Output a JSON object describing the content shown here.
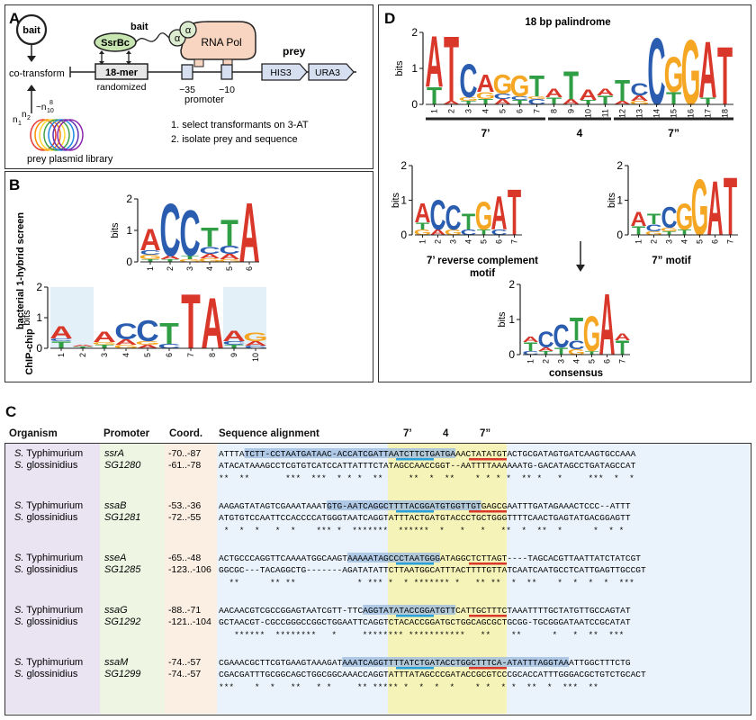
{
  "panels": {
    "A": "A",
    "B": "B",
    "C": "C",
    "D": "D"
  },
  "panelA": {
    "bait_circle": "bait",
    "bait_label": "bait",
    "ssrbc": "SsrBc",
    "alpha1": "α",
    "alpha2": "α",
    "rnapol": "RNA Pol",
    "prey_label": "prey",
    "cotransform": "co-transform",
    "mer": "18-mer",
    "randomized": "randomized",
    "m35": "−35",
    "m10": "−10",
    "promoter": "promoter",
    "his3": "HIS3",
    "ura3": "URA3",
    "n1": "n",
    "n1sub": "1",
    "n2": "n",
    "n2sub": "2",
    "tilde": "~n",
    "tildesub": "10",
    "tildesup": "8",
    "library": "prey plasmid library",
    "step1": "1. select transformants on 3-AT",
    "step2": "2. isolate prey and sequence"
  },
  "panelB": {
    "row1": "bacterial 1-hybrid screen",
    "row2": "ChIP-chip",
    "bits": "bits",
    "logo1_yticks": [
      "0",
      "1",
      "2"
    ],
    "logo1_positions": [
      "1",
      "2",
      "3",
      "4",
      "5",
      "6"
    ],
    "logo2_yticks": [
      "0",
      "1",
      "2"
    ],
    "logo2_positions": [
      "1",
      "2",
      "3",
      "4",
      "5",
      "6",
      "7",
      "8",
      "9",
      "10"
    ]
  },
  "panelD": {
    "title": "18 bp palindrome",
    "bits": "bits",
    "big_yticks": [
      "0",
      "1",
      "2"
    ],
    "big_positions": [
      "1",
      "2",
      "3",
      "4",
      "5",
      "6",
      "7",
      "8",
      "9",
      "10",
      "11",
      "12",
      "13",
      "14",
      "15",
      "16",
      "17",
      "18"
    ],
    "seg1": "7’",
    "seg2": "4",
    "seg3": "7”",
    "rc_label_1": "7’ reverse complement",
    "rc_label_2": "motif",
    "m7_label": "7” motif",
    "consensus": "consensus",
    "small_positions": [
      "1",
      "2",
      "3",
      "4",
      "5",
      "6",
      "7"
    ],
    "small_yticks": [
      "0",
      "1",
      "2"
    ]
  },
  "panelC": {
    "hdr_org": "Organism",
    "hdr_prom": "Promoter",
    "hdr_coord": "Coord.",
    "hdr_seq": "Sequence alignment",
    "hdr_7a": "7’",
    "hdr_4": "4",
    "hdr_7b": "7”",
    "rows": [
      {
        "org1": "S. Typhimurium",
        "org2": "S. glossinidius",
        "p1": "ssrA",
        "p2": "SG1280",
        "c1": "-70..-87",
        "c2": "-61..-78",
        "s1": "ATTTATCTT-CCTAATGATAAC-ACCATCGATTAATCTTCTGATGAAACTATATGTACTGCGATAGTGATCAAGTGCCAAA",
        "s2": "ATACATAAAGCCTCGTGTCATCCATTATTTCTATAGCCAACCGGT--AATTTTAAAAAATG-GACATAGCCTGATAGCCAT",
        "st": "**  **       ***  ***  * * *  **     **  *  **    * * * *  ** *   *     ***  *  *"
      },
      {
        "org1": "S. Typhimurium",
        "org2": "S. glossinidius",
        "p1": "ssaB",
        "p2": "SG1281",
        "c1": "-53..-36",
        "c2": "-72..-55",
        "s1": "AAGAGTATAGTCGAAATAAATGTG-AATCAGGCTTTTACGGATGTGGTTGTGAGCGAATTTGATAGAAACTCCC--ATTT",
        "s2": "ATGTGTCCAATTCCACCCCATGGGTAATCAGGTATTTACTGATGTACCCTGCTGGGTTTTCAACTGAGTATGACGGAGTT",
        "st": " *  *  *   *  *    *** *  *******  ******  *   *   *   **  *  **  *      *  * *"
      },
      {
        "org1": "S. Typhimurium",
        "org2": "S. glossinidius",
        "p1": "sseA",
        "p2": "SG1285",
        "c1": "-65..-48",
        "c2": "-123..-106",
        "s1": "ACTGCCCAGGTTCAAAATGGCAAGTAAAAATAGCCCTAATGGGATAGGCTCTTAGT----TAGCACGTTAATTATCTATCGT",
        "s2": "GGCGC---TACAGGCTG-------AGATATATTCTTAATGGCATTTACTTTTGTTATCAATCAATGCCTCATTGAGTTGCCGT",
        "st": "  **      ** **            * *** *  * ******* *   ** **  *  **    *  *  *  *  ***"
      },
      {
        "org1": "S. Typhimurium",
        "org2": "S. glossinidius",
        "p1": "ssaG",
        "p2": "SG1292",
        "c1": "-88..-71",
        "c2": "-121..-104",
        "s1": "AACAACGTCGCCGGAGTAATCGTT-TTCAGGTATATACCGGATGTTCATTGCTTTCTAAATTTTGCTATGTTGCCAGTAT",
        "s2": "GCTAACGT-CGCCGGGCCGGCTGGAATTCAGGTCTACACCGGATGCTGGCAGCGCTGCGG-TGCGGGATAATCCGCATAT",
        "st": "   ******  ********   *     ******** ***********   **    **      *   *  **  ***"
      },
      {
        "org1": "S. Typhimurium",
        "org2": "S. glossinidius",
        "p1": "ssaM",
        "p2": "SG1299",
        "c1": "-74..-57",
        "c2": "-74..-57",
        "s1": "CGAAACGCTTCGTGAAGTAAAGATAAATCAGGTTTTATCTGATACCTGGCTTTCA-ATATTTAGGTAAATTGGCTTTCTG",
        "s2": "CGACGATTTGCGGCAGCTGGCGGCAAACCAGGTATTTATAGCCCGATACCGCGTCCCGCACCATTTGGGACGCTGTCTGCACT",
        "st": "***    *  *   **   * *     ** ***** *  *  *  *    * *  * *  **  *  ***  **"
      }
    ]
  },
  "colors": {
    "A": "#d8372a",
    "C": "#2a5db0",
    "G": "#f5a623",
    "T": "#2f9e44",
    "Tred": "#d8372a"
  }
}
